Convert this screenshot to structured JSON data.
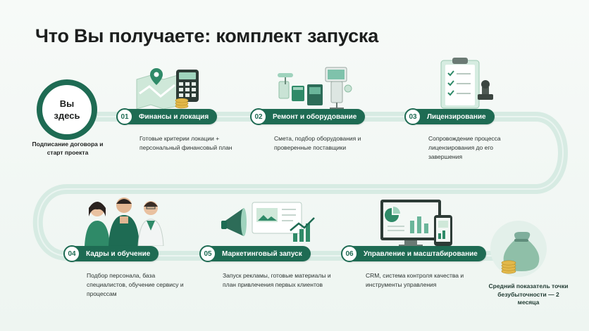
{
  "title": "Что Вы получаете: комплект запуска",
  "start": {
    "circle_label": "Вы\nздесь",
    "caption": "Подписание договора и старт проекта"
  },
  "steps": [
    {
      "number": "01",
      "label": "Финансы и локация",
      "description": "Готовые критерии локации + персональный финансовый план"
    },
    {
      "number": "02",
      "label": "Ремонт и оборудование",
      "description": "Смета, подбор оборудования и проверенные поставщики"
    },
    {
      "number": "03",
      "label": "Лицензирование",
      "description": "Сопровождение процесса лицензирования до его завершения"
    },
    {
      "number": "04",
      "label": "Кадры и обучение",
      "description": "Подбор персонала, база специалистов, обучение сервису и процессам"
    },
    {
      "number": "05",
      "label": "Маркетинговый запуск",
      "description": "Запуск рекламы, готовые материалы и план привлечения первых клиентов"
    },
    {
      "number": "06",
      "label": "Управление и масштабирование",
      "description": "CRM, система контроля качества и инструменты управления"
    }
  ],
  "final": {
    "caption": "Средний показатель точки безубыточности — 2 месяца",
    "icon": "money-bag-icon"
  },
  "colors": {
    "accent": "#1e6b53",
    "road": "#d7ebe3",
    "background": "#f4f9f6"
  }
}
